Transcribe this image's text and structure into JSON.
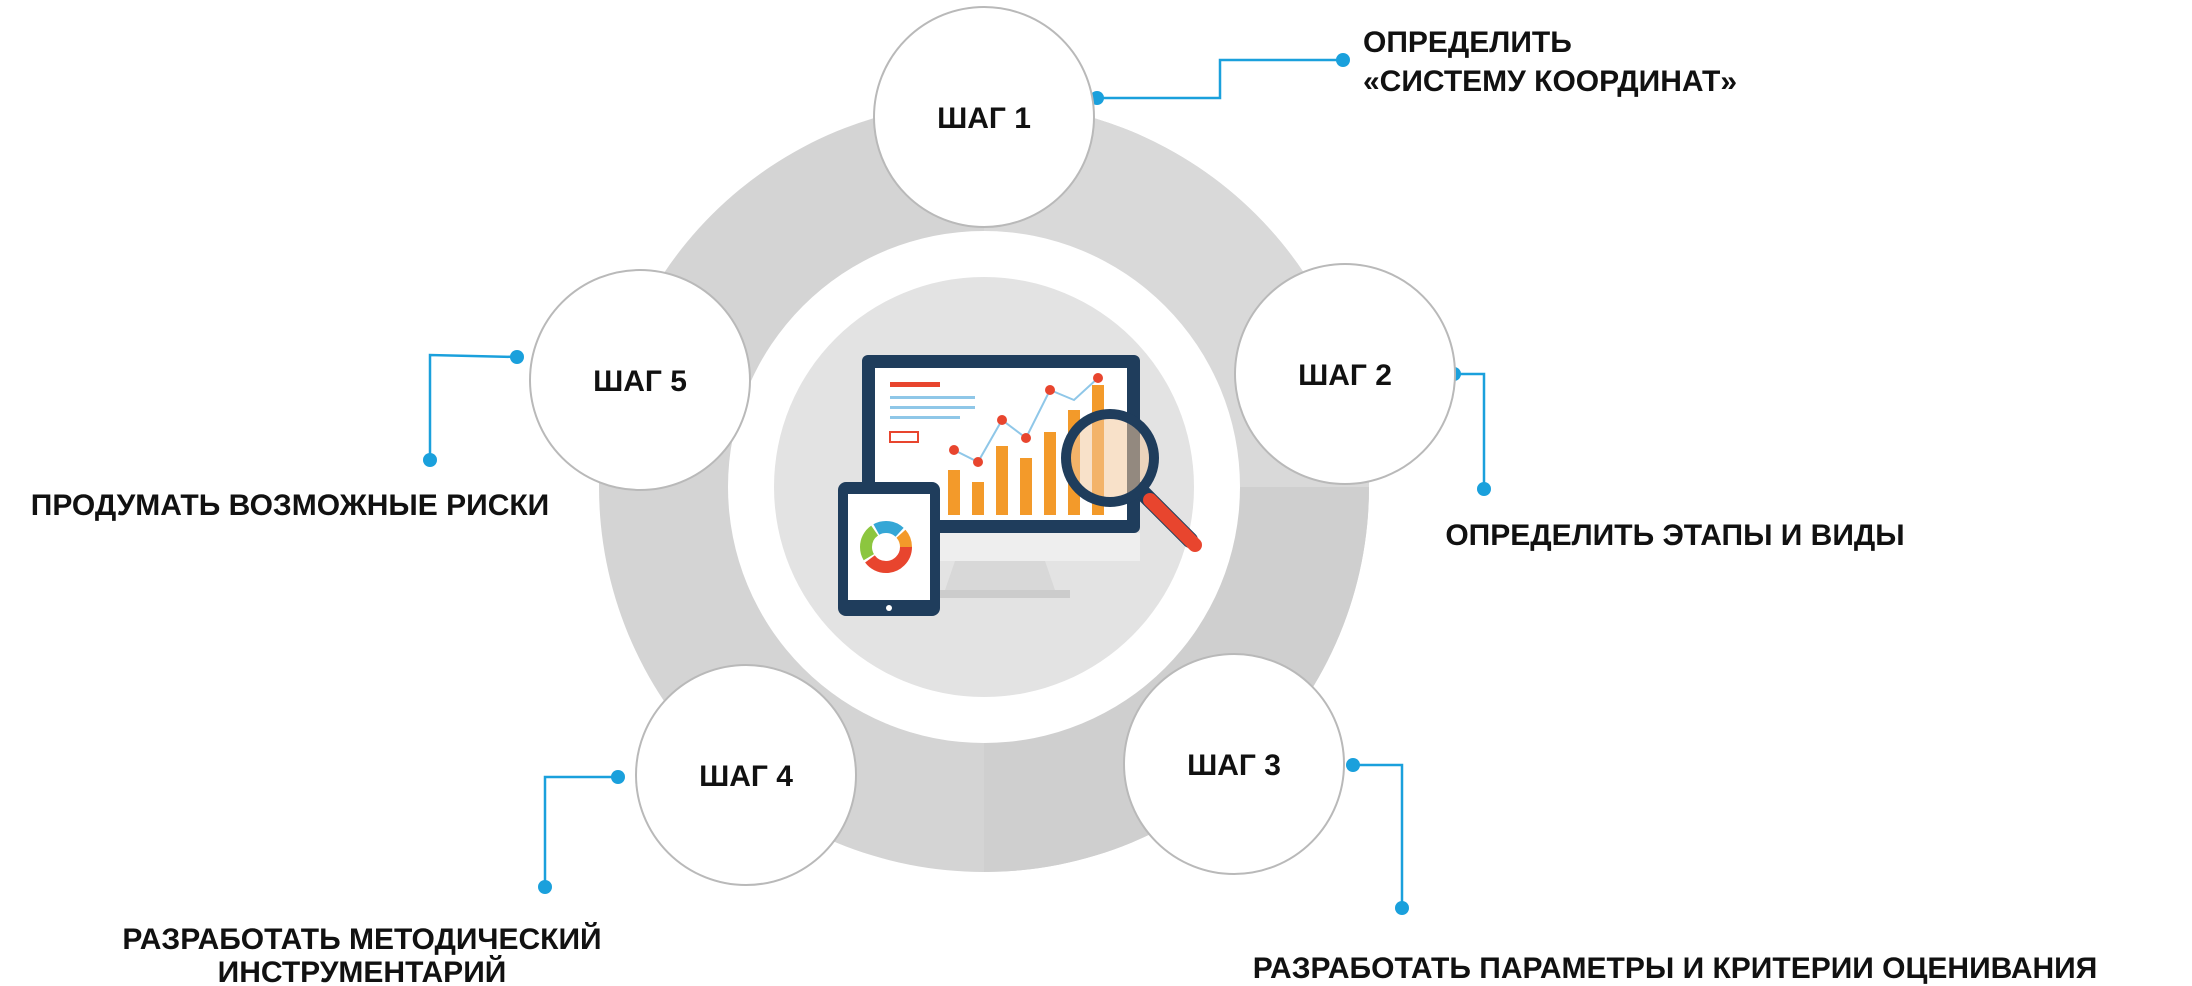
{
  "steps": [
    {
      "label": "ШАГ 1",
      "description_lines": [
        "ОПРЕДЕЛИТЬ",
        "«СИСТЕМУ КООРДИНАТ»"
      ]
    },
    {
      "label": "ШАГ 2",
      "description_lines": [
        "ОПРЕДЕЛИТЬ ЭТАПЫ И ВИДЫ"
      ]
    },
    {
      "label": "ШАГ 3",
      "description_lines": [
        "РАЗРАБОТАТЬ ПАРАМЕТРЫ И КРИТЕРИИ ОЦЕНИВАНИЯ"
      ]
    },
    {
      "label": "ШАГ 4",
      "description_lines": [
        "РАЗРАБОТАТЬ МЕТОДИЧЕСКИЙ",
        "ИНСТРУМЕНТАРИЙ"
      ]
    },
    {
      "label": "ШАГ 5",
      "description_lines": [
        "ПРОДУМАТЬ ВОЗМОЖНЫЕ РИСКИ"
      ]
    }
  ],
  "colors": {
    "connector": "#1aa0dc",
    "ring": "#d2d2d2",
    "ring_shadow": "#c4c4c4",
    "monitor": "#1f3d5c",
    "bars": "#f39a2a",
    "accent_red": "#e8452e"
  }
}
